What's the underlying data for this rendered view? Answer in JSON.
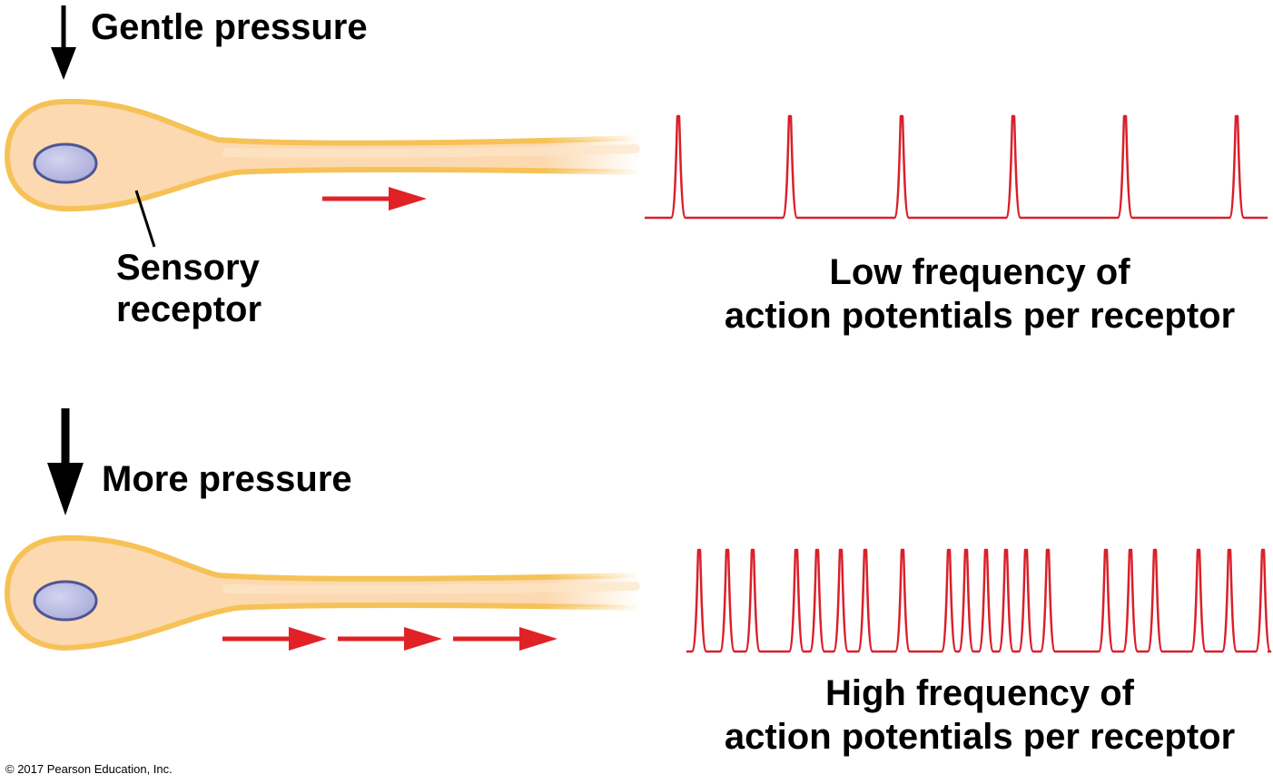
{
  "top": {
    "stimulus_label": "Gentle pressure",
    "receptor_label_line1": "Sensory",
    "receptor_label_line2": "receptor",
    "output_label_line1": "Low frequency of",
    "output_label_line2": "action potentials per receptor"
  },
  "bottom": {
    "stimulus_label": "More pressure",
    "output_label_line1": "High frequency of",
    "output_label_line2": "action potentials per receptor"
  },
  "copyright": "© 2017 Pearson Education, Inc.",
  "colors": {
    "neuron_fill": "#fcd9b0",
    "neuron_outline": "#f6c257",
    "nucleus_fill": "#b4b6e0",
    "nucleus_outline": "#4e5596",
    "spike": "#d9202a",
    "signal_arrow": "#e02227",
    "text": "#000000"
  },
  "spike_trains": {
    "low_frequency_count": 6,
    "high_frequency_count": 19
  }
}
